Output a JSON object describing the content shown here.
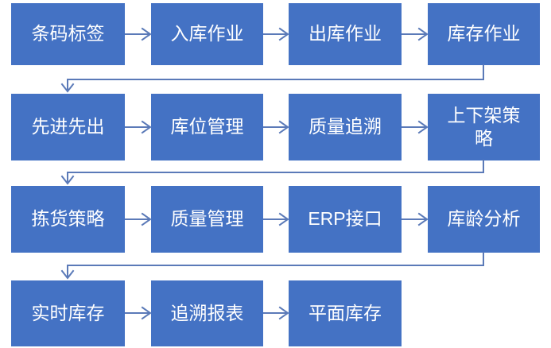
{
  "diagram": {
    "type": "flowchart",
    "rows": [
      {
        "boxes": [
          {
            "label": "条码标签"
          },
          {
            "label": "入库作业"
          },
          {
            "label": "出库作业"
          },
          {
            "label": "库存作业"
          }
        ]
      },
      {
        "boxes": [
          {
            "label": "先进先出"
          },
          {
            "label": "库位管理"
          },
          {
            "label": "质量追溯"
          },
          {
            "label": "上下架策略"
          }
        ]
      },
      {
        "boxes": [
          {
            "label": "拣货策略"
          },
          {
            "label": "质量管理"
          },
          {
            "label": "ERP接口"
          },
          {
            "label": "库龄分析"
          }
        ]
      },
      {
        "boxes": [
          {
            "label": "实时库存"
          },
          {
            "label": "追溯报表"
          },
          {
            "label": "平面库存"
          }
        ]
      }
    ],
    "connections": [
      {
        "from": "条码标签",
        "to": "入库作业"
      },
      {
        "from": "入库作业",
        "to": "出库作业"
      },
      {
        "from": "出库作业",
        "to": "库存作业"
      },
      {
        "from": "库存作业",
        "to": "先进先出"
      },
      {
        "from": "先进先出",
        "to": "库位管理"
      },
      {
        "from": "库位管理",
        "to": "质量追溯"
      },
      {
        "from": "质量追溯",
        "to": "上下架策略"
      },
      {
        "from": "上下架策略",
        "to": "拣货策略"
      },
      {
        "from": "拣货策略",
        "to": "质量管理"
      },
      {
        "from": "质量管理",
        "to": "ERP接口"
      },
      {
        "from": "ERP接口",
        "to": "库龄分析"
      },
      {
        "from": "库龄分析",
        "to": "实时库存"
      },
      {
        "from": "实时库存",
        "to": "追溯报表"
      },
      {
        "from": "追溯报表",
        "to": "平面库存"
      }
    ],
    "colors": {
      "box_fill": "#4472C4",
      "box_text": "#FFFFFF",
      "connector": "#5B7AB8",
      "background": "#FFFFFF"
    }
  }
}
